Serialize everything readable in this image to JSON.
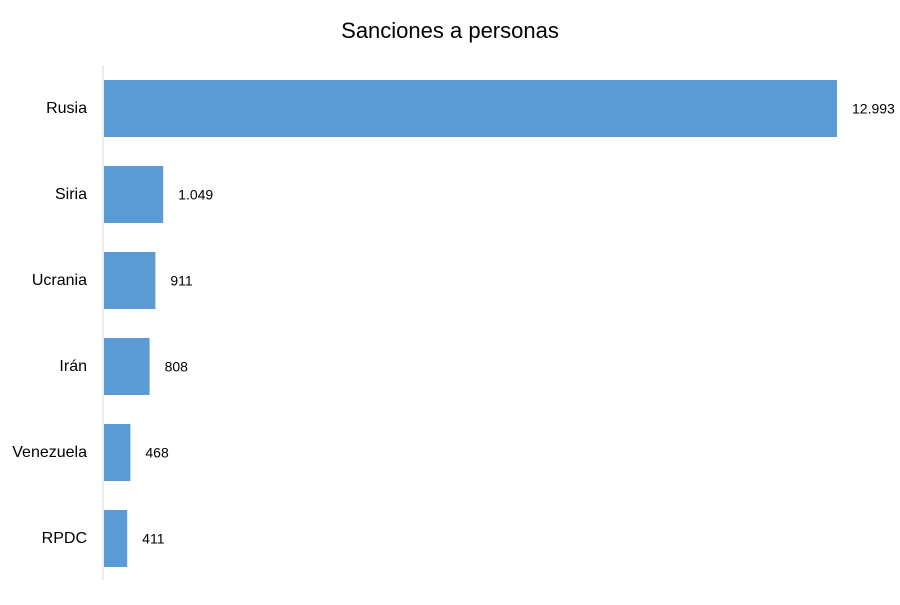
{
  "chart_data": {
    "type": "bar",
    "orientation": "horizontal",
    "title": "Sanciones a personas",
    "xlabel": "",
    "ylabel": "",
    "categories": [
      "Rusia",
      "Siria",
      "Ucrania",
      "Irán",
      "Venezuela",
      "RPDC"
    ],
    "values": [
      12993,
      1049,
      911,
      808,
      468,
      411
    ],
    "value_labels": [
      "12.993",
      "1.049",
      "911",
      "808",
      "468",
      "411"
    ],
    "xlim": [
      0,
      13000
    ],
    "grid": false,
    "legend": "none",
    "bar_color": "#5b9bd5",
    "axis_color": "#d9d9d9"
  }
}
